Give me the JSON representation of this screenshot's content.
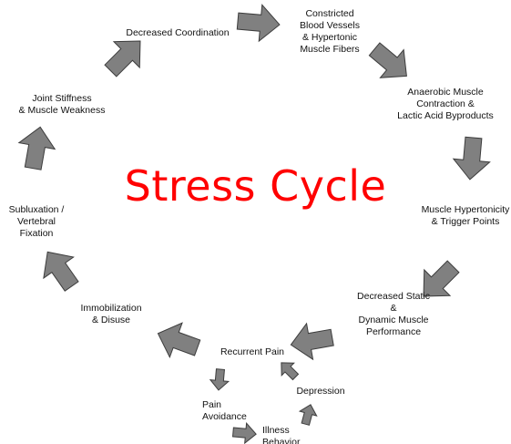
{
  "title": "Stress Cycle",
  "colors": {
    "title": "#ff0000",
    "arrow_fill": "#808080",
    "arrow_stroke": "#3c3c3c",
    "text": "#111111"
  },
  "nodes": [
    {
      "id": "decreased-coordination",
      "label": "Decreased Coordination"
    },
    {
      "id": "constricted-blood-vessels",
      "label": "Constricted\nBlood Vessels\n& Hypertonic\nMuscle Fibers"
    },
    {
      "id": "anaerobic-muscle-contraction",
      "label": "Anaerobic Muscle\nContraction &\nLactic Acid Byproducts"
    },
    {
      "id": "muscle-hypertonicity",
      "label": "Muscle Hypertonicity\n& Trigger Points"
    },
    {
      "id": "decreased-static-dynamic",
      "label": "Decreased Static\n&\nDynamic Muscle\nPerformance"
    },
    {
      "id": "recurrent-pain",
      "label": "Recurrent Pain"
    },
    {
      "id": "pain-avoidance",
      "label": "Pain\nAvoidance"
    },
    {
      "id": "illness-behavior",
      "label": "Illness\nBehavior"
    },
    {
      "id": "depression",
      "label": "Depression"
    },
    {
      "id": "immobilization-disuse",
      "label": "Immobilization\n& Disuse"
    },
    {
      "id": "subluxation-fixation",
      "label": "Subluxation /\nVertebral Fixation"
    },
    {
      "id": "joint-stiffness",
      "label": "Joint Stiffness\n& Muscle Weakness"
    }
  ]
}
